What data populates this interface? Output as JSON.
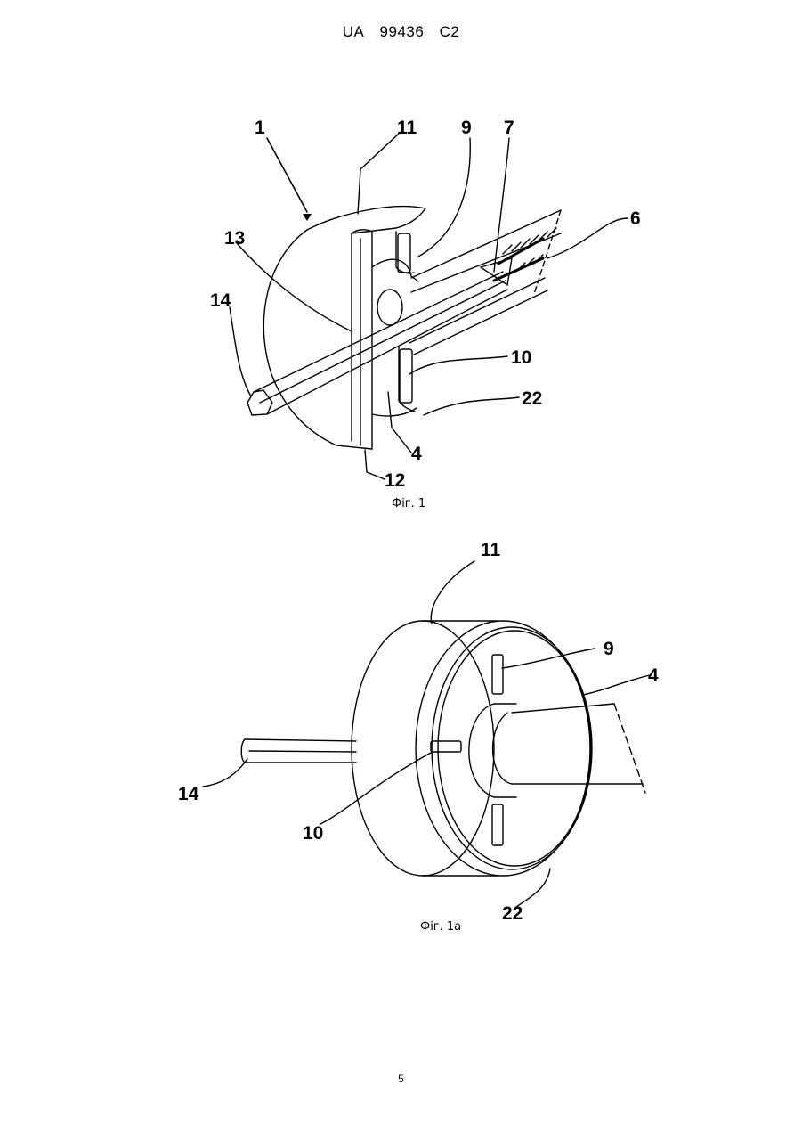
{
  "header": {
    "office": "UA",
    "number": "99436",
    "kind": "C2"
  },
  "figure1": {
    "caption": "Фіг. 1",
    "labels": {
      "l1": "1",
      "l11": "11",
      "l9": "9",
      "l7": "7",
      "l6": "6",
      "l13": "13",
      "l14": "14",
      "l10": "10",
      "l22": "22",
      "l4": "4",
      "l12": "12"
    }
  },
  "figure1a": {
    "caption": "Фіг. 1а",
    "labels": {
      "l11": "11",
      "l9": "9",
      "l4": "4",
      "l14": "14",
      "l10": "10",
      "l22": "22"
    }
  },
  "page_number": "5"
}
